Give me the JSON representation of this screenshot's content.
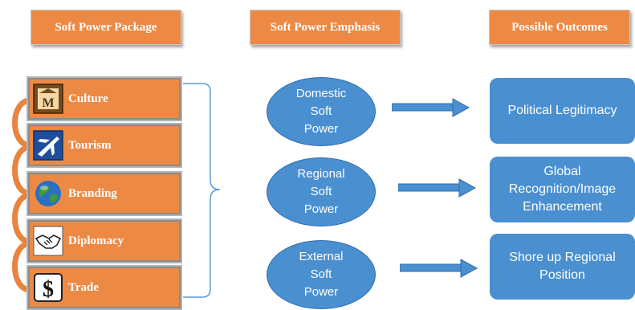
{
  "headers": {
    "package": "Soft Power Package",
    "emphasis": "Soft Power Emphasis",
    "outcomes": "Possible Outcomes"
  },
  "package_items": [
    {
      "label": "Culture",
      "icon": "museum-icon"
    },
    {
      "label": "Tourism",
      "icon": "airplane-icon"
    },
    {
      "label": "Branding",
      "icon": "globe-icon"
    },
    {
      "label": "Diplomacy",
      "icon": "handshake-icon"
    },
    {
      "label": "Trade",
      "icon": "dollar-icon"
    }
  ],
  "emphasis": [
    {
      "label": "Domestic\nSoft\nPower"
    },
    {
      "label": "Regional\nSoft\nPower"
    },
    {
      "label": "External\nSoft\nPower"
    }
  ],
  "outcomes": [
    {
      "label": "Political Legitimacy"
    },
    {
      "label": "Global\nRecognition/Image\nEnhancement"
    },
    {
      "label": "Shore up Regional\nPosition"
    }
  ],
  "colors": {
    "orange": "#ec8a45",
    "blue": "#4a8fd0",
    "bracket": "#5b9bd5"
  }
}
